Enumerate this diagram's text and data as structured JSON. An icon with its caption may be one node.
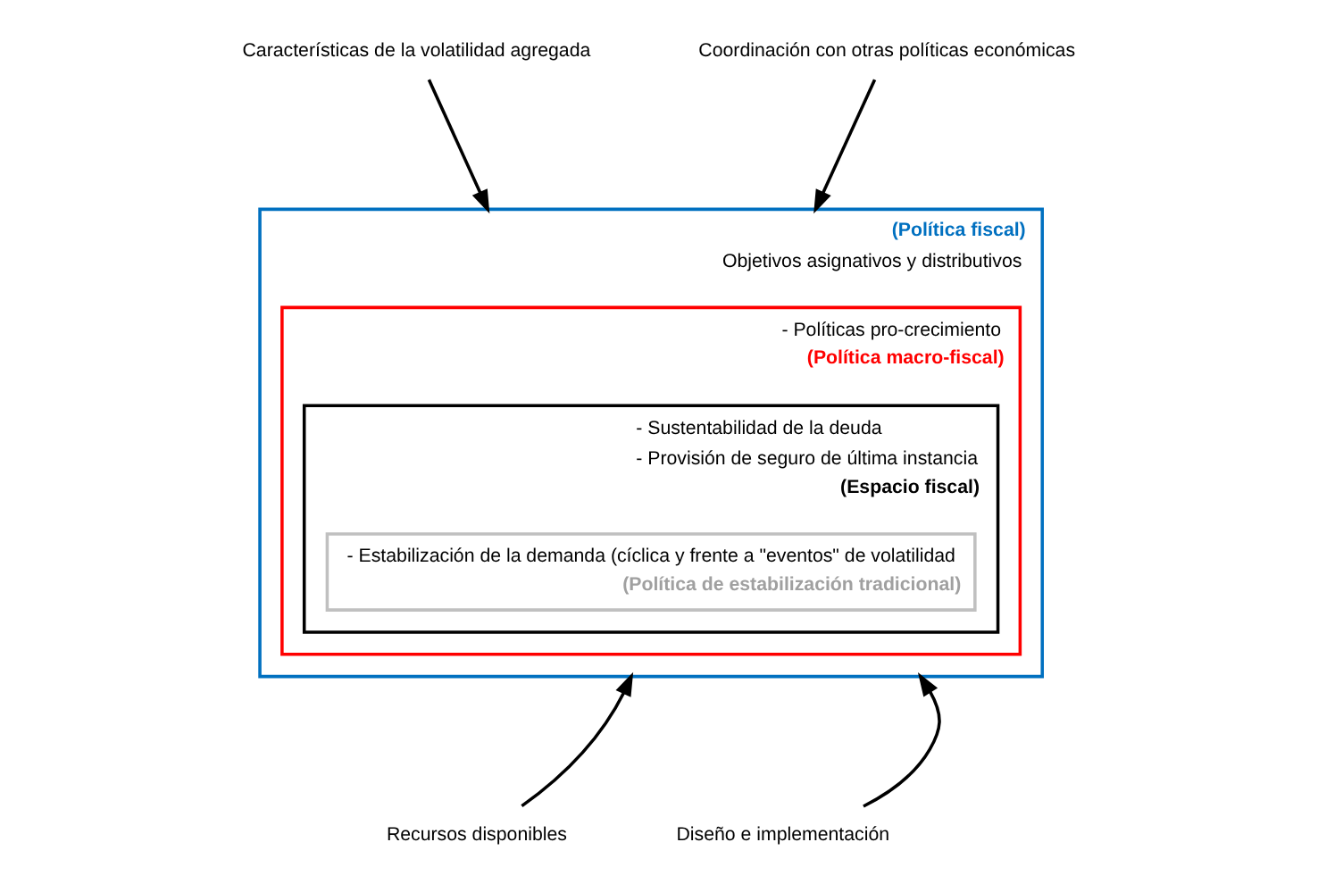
{
  "diagram": {
    "nodes": [
      {
        "text": [
          "Características de la volatilidad agregada"
        ]
      },
      {
        "text": [
          "Coordinación con otras políticas económicas"
        ]
      },
      {
        "text": [
          "(Política fiscal)",
          "Objetivos asignativos y distributivos"
        ]
      },
      {
        "text": [
          "- Políticas pro-crecimiento",
          "(Política macro-fiscal)"
        ],
        "in": 2
      },
      {
        "text": [
          "- Sustentabilidad de la deuda",
          "- Provisión de seguro de última instancia",
          "(Espacio fiscal)"
        ],
        "in": 3
      },
      {
        "text": [
          "- Estabilización de la demanda (cíclica y frente a \"eventos\" de volatilidad",
          "(Política de estabilización tradicional)"
        ],
        "in": 4
      },
      {
        "text": [
          "Recursos disponibles"
        ]
      },
      {
        "text": [
          "Diseño e implementación"
        ]
      }
    ],
    "edges": [
      {
        "from": 0,
        "to": 2,
        "arrow": "to"
      },
      {
        "from": 1,
        "to": 2,
        "arrow": "to"
      },
      {
        "from": 6,
        "to": 2,
        "arrow": "to"
      },
      {
        "from": 7,
        "to": 2,
        "arrow": "to"
      }
    ]
  }
}
